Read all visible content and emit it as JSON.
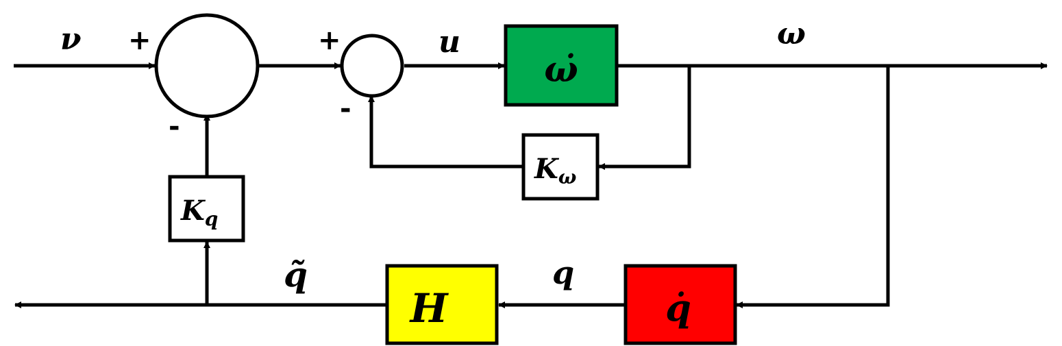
{
  "signals": {
    "input": "ν",
    "control": "u",
    "output": "ω",
    "state": "q",
    "filtered": "q̃"
  },
  "blocks": {
    "omega_dot": {
      "label": "ω̇",
      "color": "#00AA4F"
    },
    "q_dot": {
      "label": "q̇",
      "color": "#FF0000"
    },
    "h": {
      "label": "H",
      "color": "#FFFF00"
    },
    "k_omega": {
      "main": "K",
      "sub": "ω",
      "color": "#FFFFFF"
    },
    "k_q": {
      "main": "K",
      "sub": "q",
      "color": "#FFFFFF"
    }
  },
  "signs": {
    "sum1_plus": "+",
    "sum1_minus": "-",
    "sum2_plus": "+",
    "sum2_minus": "-"
  }
}
